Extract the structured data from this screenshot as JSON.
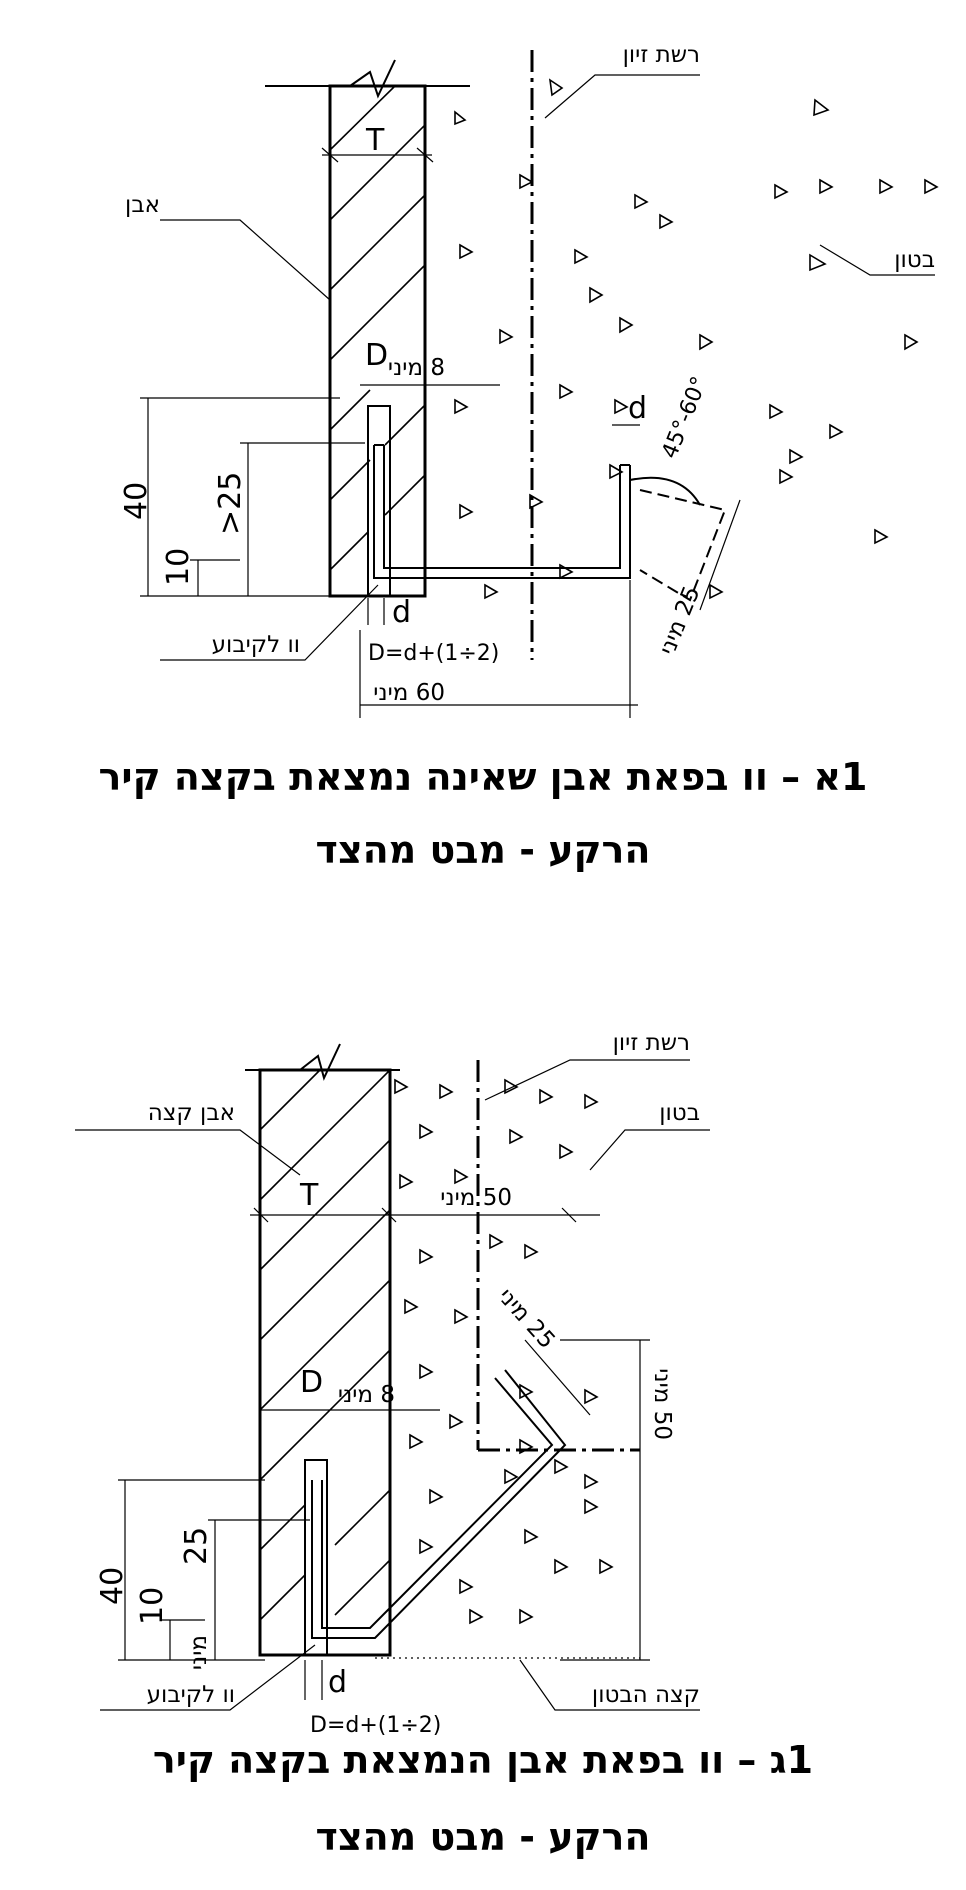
{
  "figure_a": {
    "caption_line1": "1א – וו בפאת אבן שאינה נמצאת בקצה קיר",
    "caption_line2": "הרקע - מבט מהצד",
    "labels": {
      "rebar_mesh": "רשת זיון",
      "stone": "אבן",
      "concrete": "בטון",
      "hook_fix": "וו לקיבוע",
      "T": "T",
      "D": "D",
      "d_top": "d",
      "d_bottom": "d",
      "min_8": "8 מיני",
      "dim_40": "40",
      "dim_25": ">25",
      "dim_10": "10",
      "angle": "45°-60°",
      "min_25": "25 מיני",
      "formula": "D=d+(1÷2)",
      "min_60": "60 מיני"
    }
  },
  "figure_b": {
    "caption_line1": "1ג – וו בפאת אבן הנמצאת בקצה קיר",
    "caption_line2": "הרקע - מבט מהצד",
    "labels": {
      "rebar_mesh": "רשת זיון",
      "edge_stone": "אבן קצה",
      "concrete": "בטון",
      "T": "T",
      "min_50_top": "50 מיני",
      "min_25": "25 מיני",
      "D": "D",
      "min_8": "8 מיני",
      "dim_40": "40",
      "dim_25": "25",
      "dim_10": "10",
      "min_label": "מיני",
      "min_50_side": "50 מיני",
      "hook_fix": "וו לקיבוע",
      "d": "d",
      "concrete_edge": "קצה הבטון",
      "formula": "D=d+(1÷2)"
    }
  },
  "colors": {
    "ink": "#000000",
    "background": "#ffffff"
  }
}
